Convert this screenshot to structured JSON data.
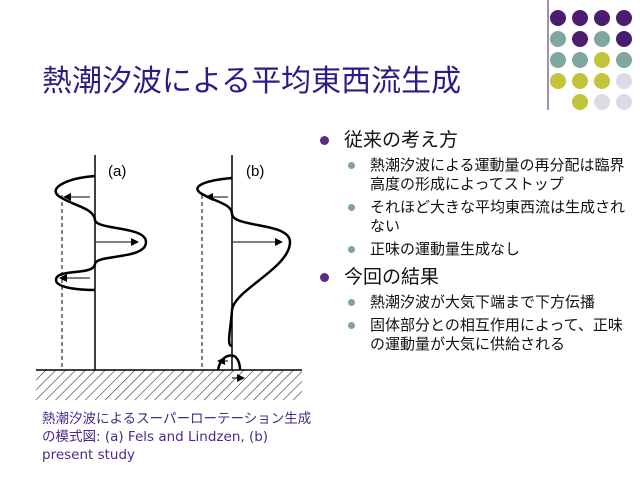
{
  "title": "熱潮汐波による平均東西流生成",
  "colors": {
    "title": "#2e1a86",
    "dot_purple": "#4b1d6e",
    "dot_teal": "#7fa7a0",
    "dot_olive": "#c2c43a",
    "dot_light": "#dcdce6",
    "bullet1": "#5b2a83",
    "bullet2": "#7aa49c",
    "caption": "#4a2a8a"
  },
  "figure": {
    "label_a": "(a)",
    "label_b": "(b)"
  },
  "caption": "熱潮汐波によるスーパーローテーション生成の模式図: (a) Fels and Lindzen, (b) present study",
  "bullets": [
    {
      "text": "従来の考え方",
      "sub": [
        "熱潮汐波による運動量の再分配は臨界高度の形成によってストップ",
        "それほど大きな平均東西流は生成されない",
        "正味の運動量生成なし"
      ]
    },
    {
      "text": "今回の結果",
      "sub": [
        "熱潮汐波が大気下端まで下方伝播",
        "固体部分との相互作用によって、正味の運動量が大気に供給される"
      ]
    }
  ]
}
